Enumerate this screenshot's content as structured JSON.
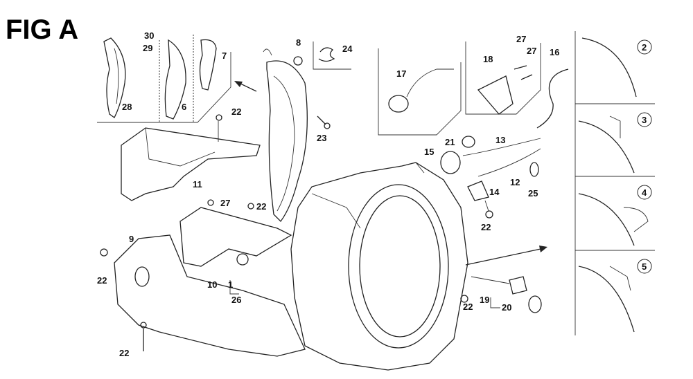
{
  "figure": {
    "title": "FIG A",
    "callouts": [
      "30",
      "29",
      "28",
      "6",
      "7",
      "8",
      "24",
      "22",
      "23",
      "11",
      "17",
      "18",
      "27",
      "27",
      "16",
      "21",
      "15",
      "13",
      "14",
      "12",
      "25",
      "22",
      "27",
      "22",
      "9",
      "22",
      "10",
      "1",
      "26",
      "22",
      "19",
      "20",
      "22"
    ],
    "inset_views": [
      "2",
      "3",
      "4",
      "5"
    ]
  }
}
